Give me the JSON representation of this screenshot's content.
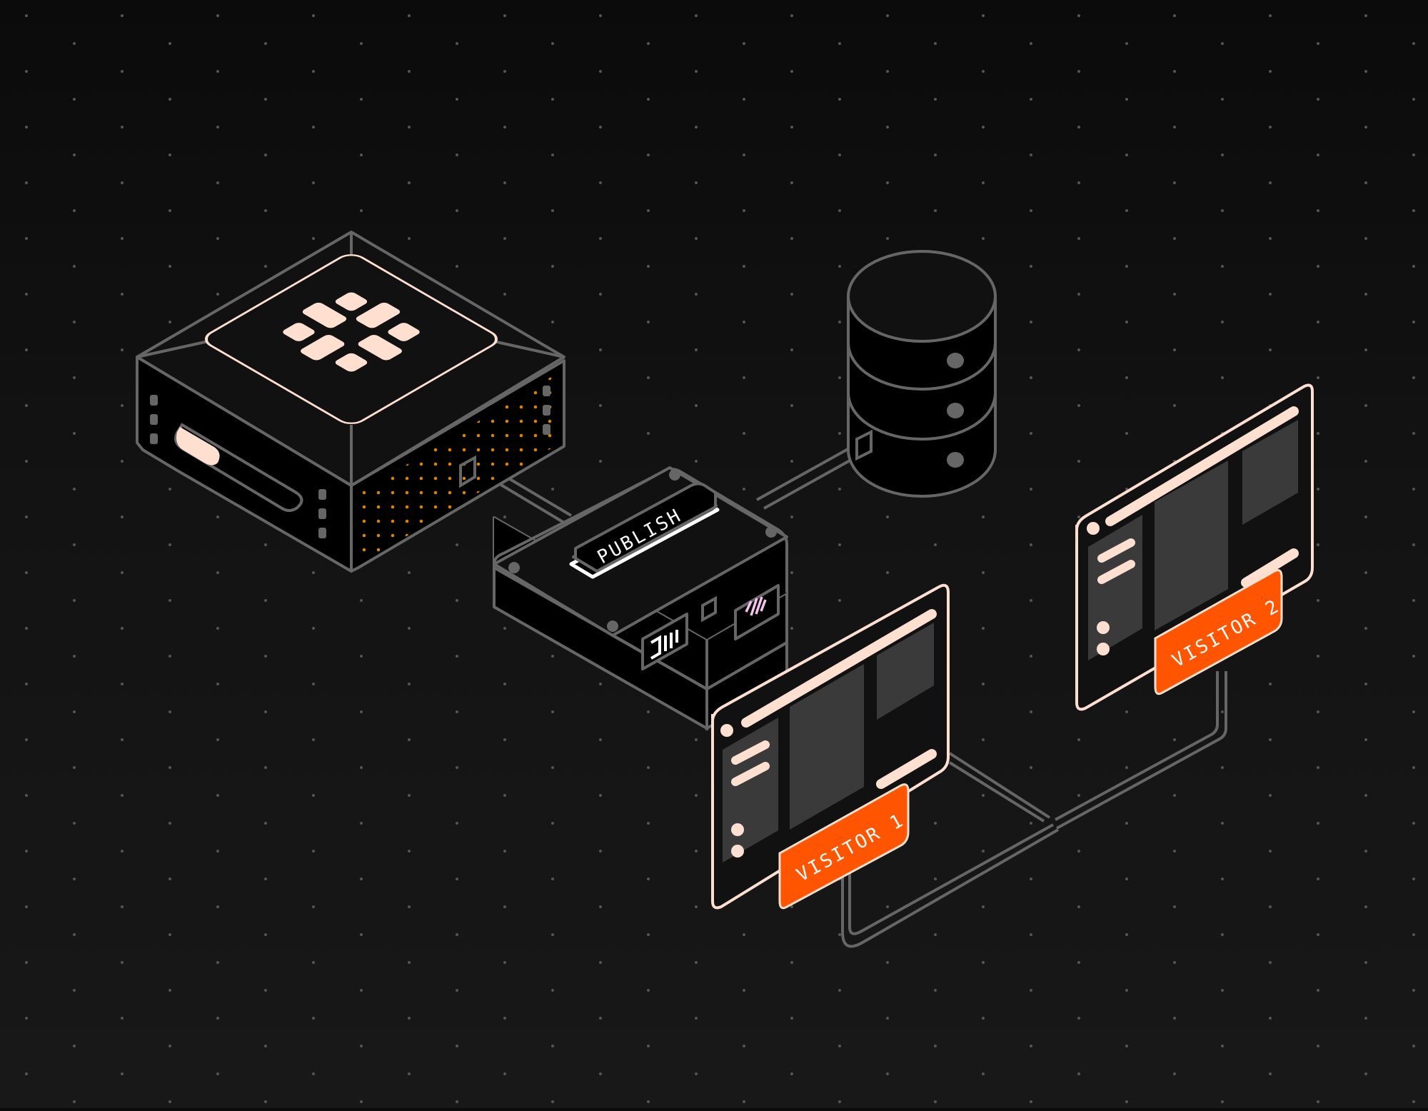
{
  "diagram": {
    "type": "isometric-architecture",
    "background_color": "#121212",
    "colors": {
      "stroke": "#666666",
      "peach": "#ffdfd0",
      "orange": "#ff5500",
      "dot_yellow": "#ffc400",
      "dot_orange": "#ff8800",
      "pink_glyph": "#f6c2ee",
      "panel_gray": "#3a3a3a"
    },
    "nodes": [
      {
        "id": "server",
        "label": "",
        "icon": "asterisk-logo-icon"
      },
      {
        "id": "database",
        "label": "",
        "icon": "database-icon"
      },
      {
        "id": "publish-hub",
        "label": "PUBLISH"
      },
      {
        "id": "visitor-1",
        "label": "VISITOR 1"
      },
      {
        "id": "visitor-2",
        "label": "VISITOR 2"
      }
    ],
    "edges": [
      {
        "from": "server",
        "to": "publish-hub"
      },
      {
        "from": "publish-hub",
        "to": "database"
      },
      {
        "from": "publish-hub",
        "to": "visitor-1"
      },
      {
        "from": "publish-hub",
        "to": "visitor-2"
      }
    ]
  },
  "publish": {
    "label": "PUBLISH"
  },
  "visitors": [
    {
      "label": "VISITOR 1"
    },
    {
      "label": "VISITOR 2"
    }
  ]
}
